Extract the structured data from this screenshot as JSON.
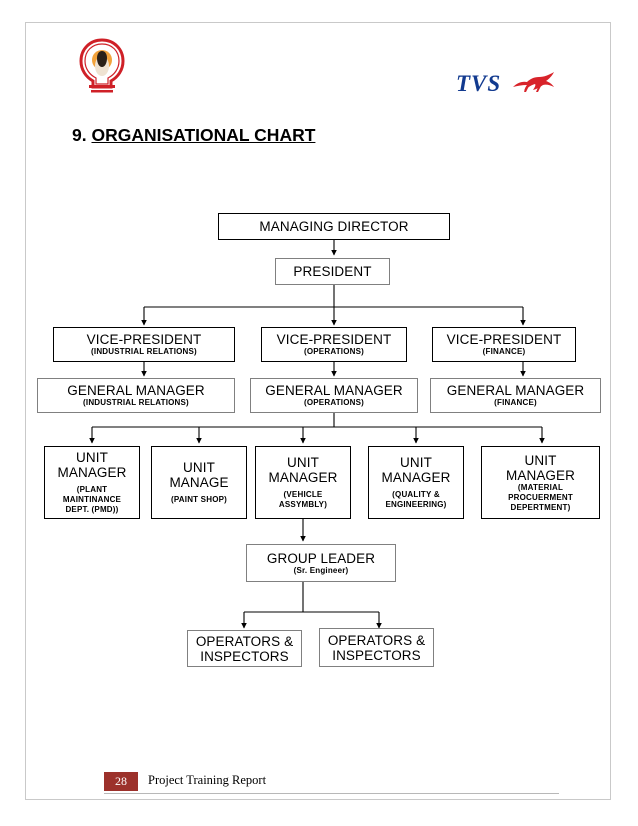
{
  "document": {
    "title": "9. ORGANISATIONAL CHART",
    "title_number": "9.",
    "title_text": "ORGANISATIONAL CHART",
    "crest_icon": "college-crest-icon",
    "brand": {
      "wordmark": "TVS",
      "horse_icon": "running-horse-icon",
      "wordmark_color": "#123a8f",
      "horse_color": "#d8232a"
    },
    "footer": {
      "page_number": "28",
      "text": "Project Training Report",
      "badge_color": "#9c312b"
    }
  },
  "chart_data": {
    "type": "diagram",
    "title": "9. ORGANISATIONAL CHART",
    "orientation": "top-down",
    "levels": [
      {
        "level": 1,
        "nodes": [
          {
            "id": "md",
            "primary": "MANAGING DIRECTOR",
            "secondary": "",
            "border": "#000000"
          }
        ]
      },
      {
        "level": 2,
        "nodes": [
          {
            "id": "pres",
            "primary": "PRESIDENT",
            "secondary": "",
            "border": "#808080"
          }
        ]
      },
      {
        "level": 3,
        "nodes": [
          {
            "id": "vp-ir",
            "primary": "VICE-PRESIDENT",
            "secondary": "(INDUSTRIAL RELATIONS)",
            "border": "#000000"
          },
          {
            "id": "vp-op",
            "primary": "VICE-PRESIDENT",
            "secondary": "(OPERATIONS)",
            "border": "#000000"
          },
          {
            "id": "vp-fin",
            "primary": "VICE-PRESIDENT",
            "secondary": "(FINANCE)",
            "border": "#000000"
          }
        ]
      },
      {
        "level": 4,
        "nodes": [
          {
            "id": "gm-ir",
            "primary": "GENERAL MANAGER",
            "secondary": "(INDUSTRIAL RELATIONS)",
            "border": "#808080"
          },
          {
            "id": "gm-op",
            "primary": "GENERAL MANAGER",
            "secondary": "(OPERATIONS)",
            "border": "#808080"
          },
          {
            "id": "gm-fin",
            "primary": "GENERAL MANAGER",
            "secondary": "(FINANCE)",
            "border": "#808080"
          }
        ]
      },
      {
        "level": 5,
        "nodes": [
          {
            "id": "um-pmd",
            "primary": "UNIT MANAGER",
            "secondary": "(PLANT MAINTINANCE DEPT. (PMD))",
            "border": "#000000"
          },
          {
            "id": "um-paint",
            "primary": "UNIT MANAGE",
            "secondary": "(PAINT SHOP)",
            "border": "#000000"
          },
          {
            "id": "um-veh",
            "primary": "UNIT MANAGER",
            "secondary": "(VEHICLE ASSYMBLY)",
            "border": "#000000"
          },
          {
            "id": "um-qe",
            "primary": "UNIT MANAGER",
            "secondary": "(QUALITY & ENGINEERING)",
            "border": "#000000"
          },
          {
            "id": "um-mpd",
            "primary": "UNIT MANAGER",
            "secondary": "(MATERIAL PROCUERMENT DEPERTMENT)",
            "border": "#000000"
          }
        ]
      },
      {
        "level": 6,
        "nodes": [
          {
            "id": "gl",
            "primary": "GROUP LEADER",
            "secondary": "(Sr. Engineer)",
            "border": "#808080"
          }
        ]
      },
      {
        "level": 7,
        "nodes": [
          {
            "id": "oi-1",
            "primary": "OPERATORS & INSPECTORS",
            "secondary": "",
            "border": "#808080"
          },
          {
            "id": "oi-2",
            "primary": "OPERATORS & INSPECTORS",
            "secondary": "",
            "border": "#808080"
          }
        ]
      }
    ],
    "edges": [
      {
        "from": "md",
        "to": "pres"
      },
      {
        "from": "pres",
        "to": "vp-ir"
      },
      {
        "from": "pres",
        "to": "vp-op"
      },
      {
        "from": "pres",
        "to": "vp-fin"
      },
      {
        "from": "vp-ir",
        "to": "gm-ir"
      },
      {
        "from": "vp-op",
        "to": "gm-op"
      },
      {
        "from": "vp-fin",
        "to": "gm-fin"
      },
      {
        "from": "gm-op",
        "to": "um-pmd"
      },
      {
        "from": "gm-op",
        "to": "um-paint"
      },
      {
        "from": "gm-op",
        "to": "um-veh"
      },
      {
        "from": "gm-op",
        "to": "um-qe"
      },
      {
        "from": "gm-op",
        "to": "um-mpd"
      },
      {
        "from": "um-veh",
        "to": "gl"
      },
      {
        "from": "gl",
        "to": "oi-1"
      },
      {
        "from": "gl",
        "to": "oi-2"
      }
    ]
  },
  "nodes": {
    "md": {
      "primary": "MANAGING DIRECTOR"
    },
    "pres": {
      "primary": "PRESIDENT"
    },
    "vp_ir": {
      "primary": "VICE-PRESIDENT",
      "secondary": "(INDUSTRIAL RELATIONS)"
    },
    "vp_op": {
      "primary": "VICE-PRESIDENT",
      "secondary": "(OPERATIONS)"
    },
    "vp_fin": {
      "primary": "VICE-PRESIDENT",
      "secondary": "(FINANCE)"
    },
    "gm_ir": {
      "primary": "GENERAL MANAGER",
      "secondary": "(INDUSTRIAL RELATIONS)"
    },
    "gm_op": {
      "primary": "GENERAL MANAGER",
      "secondary": "(OPERATIONS)"
    },
    "gm_fin": {
      "primary": "GENERAL MANAGER",
      "secondary": "(FINANCE)"
    },
    "um_pmd": {
      "primary1": "UNIT",
      "primary2": "MANAGER",
      "s1": "(PLANT",
      "s2": "MAINTINANCE",
      "s3": "DEPT. (PMD))"
    },
    "um_paint": {
      "primary1": "UNIT",
      "primary2": "MANAGE",
      "secondary": "(PAINT SHOP)"
    },
    "um_veh": {
      "primary1": "UNIT",
      "primary2": "MANAGER",
      "s1": "(VEHICLE",
      "s2": "ASSYMBLY)"
    },
    "um_qe": {
      "primary1": "UNIT",
      "primary2": "MANAGER",
      "s1": "(QUALITY &",
      "s2": "ENGINEERING)"
    },
    "um_mpd": {
      "primary1": "UNIT",
      "primary2": "MANAGER",
      "s1": "(MATERIAL",
      "s2": "PROCUERMENT",
      "s3": "DEPERTMENT)"
    },
    "gl": {
      "primary": "GROUP LEADER",
      "secondary": "(Sr. Engineer)"
    },
    "oi_1": {
      "line1": "OPERATORS &",
      "line2": "INSPECTORS"
    },
    "oi_2": {
      "line1": "OPERATORS &",
      "line2": "INSPECTORS"
    }
  }
}
